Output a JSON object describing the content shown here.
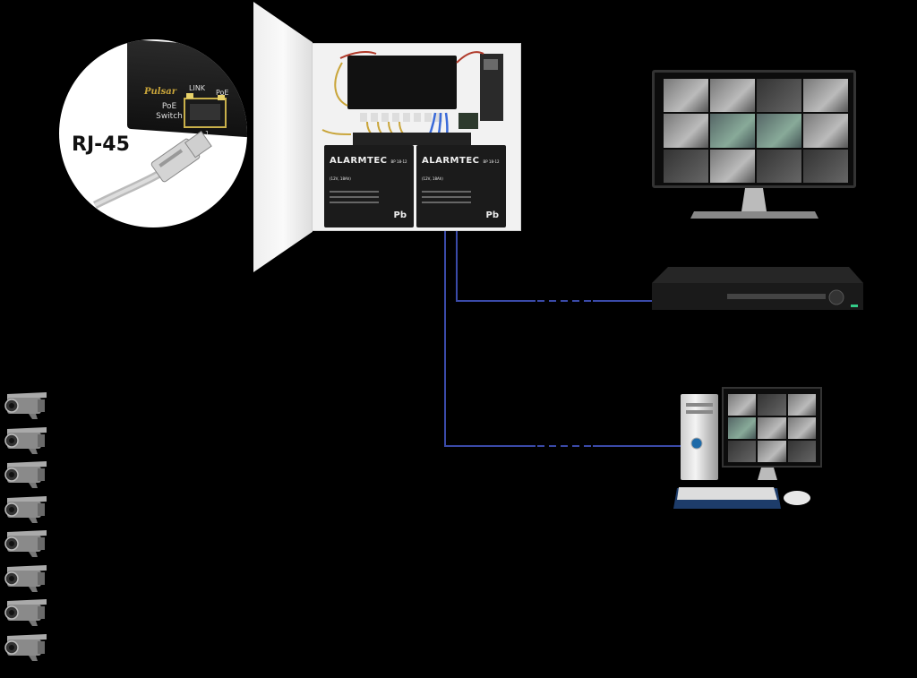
{
  "callout": {
    "connector_label": "RJ-45",
    "brand": "Pulsar",
    "device_label_line1": "PoE",
    "device_label_line2": "Switch",
    "led_link": "LINK",
    "led_poe": "PoE",
    "port_number": "1"
  },
  "batteries": [
    {
      "brand": "ALARMTEC",
      "model": "BP 18-12 (12V, 18Ah)",
      "symbol": "Pb"
    },
    {
      "brand": "ALARMTEC",
      "model": "BP 18-12 (12V, 18Ah)",
      "symbol": "Pb"
    }
  ],
  "cameras_count": 8,
  "colors": {
    "background": "#000000",
    "cable": "#3a4aa8",
    "callout_bg": "#ffffff"
  },
  "icons": [
    "camera-icon",
    "monitor-icon",
    "dvr-icon",
    "computer-icon",
    "ethernet-plug-icon"
  ]
}
